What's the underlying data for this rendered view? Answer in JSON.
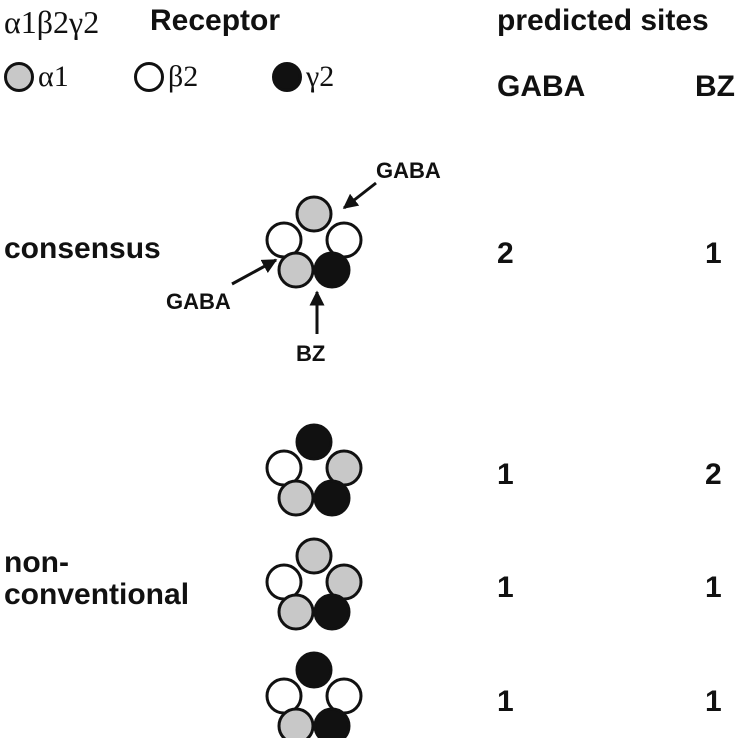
{
  "header": {
    "receptor_formula": "α1β2γ2",
    "receptor_label": "Receptor",
    "predicted_sites": "predicted sites",
    "col_gaba": "GABA",
    "col_bz": "BZ"
  },
  "legend": [
    {
      "symbol": "α1",
      "color": "#c8c8c8"
    },
    {
      "symbol": "β2",
      "color": "#ffffff"
    },
    {
      "symbol": "γ2",
      "color": "#111111"
    }
  ],
  "groups": {
    "consensus": "consensus",
    "nonconventional_line1": "non-",
    "nonconventional_line2": "conventional"
  },
  "annotations": {
    "gaba_top": "GABA",
    "gaba_left": "GABA",
    "bz_bottom": "BZ"
  },
  "rows": [
    {
      "gaba": "2",
      "bz": "1",
      "subunits": [
        "α1",
        "β2",
        "β2",
        "α1",
        "γ2"
      ]
    },
    {
      "gaba": "1",
      "bz": "2",
      "subunits": [
        "γ2",
        "β2",
        "α1",
        "α1",
        "γ2"
      ]
    },
    {
      "gaba": "1",
      "bz": "1",
      "subunits": [
        "α1",
        "β2",
        "α1",
        "α1",
        "γ2"
      ]
    },
    {
      "gaba": "1",
      "bz": "1",
      "subunits": [
        "γ2",
        "β2",
        "β2",
        "α1",
        "γ2"
      ]
    }
  ]
}
